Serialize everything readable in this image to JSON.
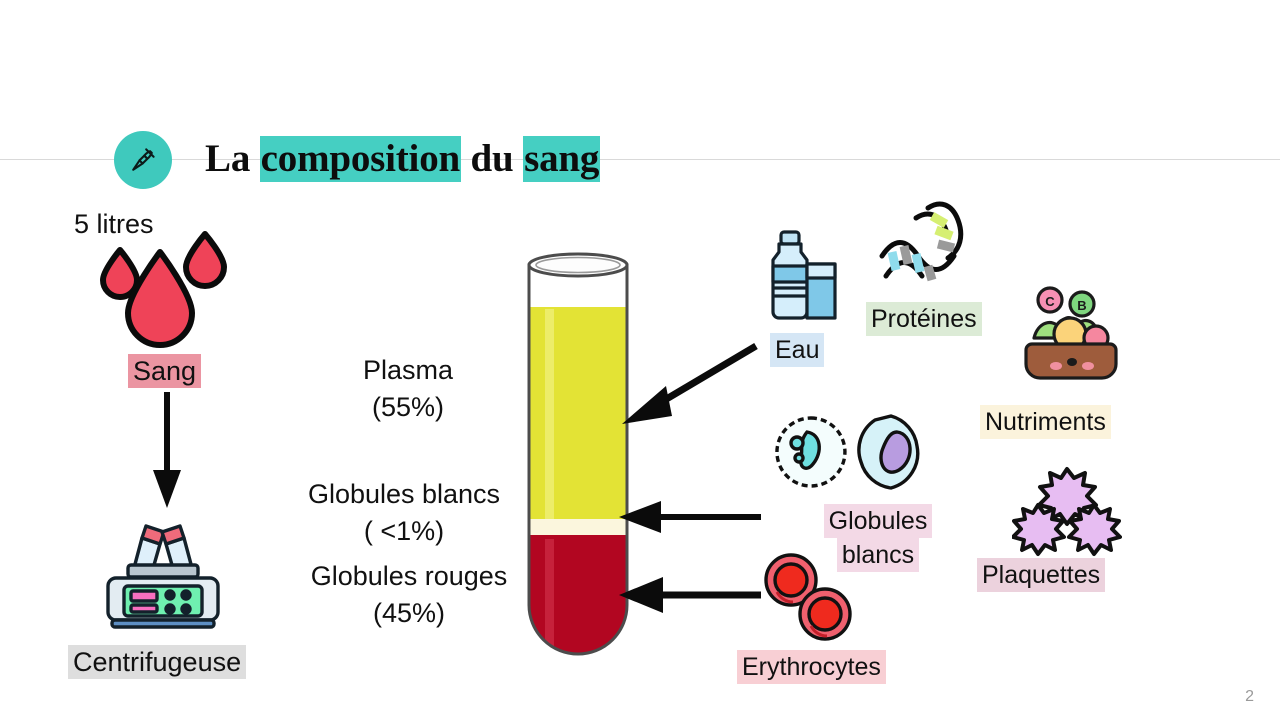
{
  "slide": {
    "page_number": "2",
    "title": {
      "part1": "La ",
      "highlight1": "composition",
      "part2": " du ",
      "highlight2": "sang",
      "full": "La composition du sang"
    },
    "pin_icon": "push-pin-icon",
    "accent_color": "#45cfc2"
  },
  "left": {
    "volume_label": "5 litres",
    "blood_label": "Sang",
    "blood_highlight": "#eb95a2",
    "blood_icon": "blood-drops-icon",
    "centrifuge_label": "Centrifugeuse",
    "centrifuge_highlight": "#dedede",
    "centrifuge_icon": "centrifuge-icon",
    "arrow": "arrow-down-icon"
  },
  "tube": {
    "icon": "blood-test-tube-icon",
    "layers": [
      {
        "name": "plasma",
        "label": "Plasma",
        "percent": "(55%)",
        "color": "#e3e335"
      },
      {
        "name": "globules-blancs",
        "label": "Globules blancs",
        "percent": "( <1%)",
        "color": "#fbf6dd"
      },
      {
        "name": "globules-rouges",
        "label": "Globules rouges",
        "percent": "(45%)",
        "color": "#b20621"
      }
    ]
  },
  "components": [
    {
      "id": "eau",
      "label": "Eau",
      "highlight": "#d5e6f5",
      "icon": "water-bottle-icon"
    },
    {
      "id": "proteines",
      "label": "Protéines",
      "highlight": "#dcebd6",
      "icon": "dna-helix-icon"
    },
    {
      "id": "nutriments",
      "label": "Nutriments",
      "highlight": "#fbf3dc",
      "icon": "vegetable-basket-icon"
    },
    {
      "id": "globules-blancs",
      "label_line1": "Globules",
      "label_line2": "blancs",
      "highlight": "#f3d9e6",
      "icon": "white-blood-cell-icon"
    },
    {
      "id": "plaquettes",
      "label": "Plaquettes",
      "highlight": "#ecd2dd",
      "icon": "platelet-icon"
    },
    {
      "id": "erythrocytes",
      "label": "Erythrocytes",
      "highlight": "#f8cfd4",
      "icon": "red-blood-cell-icon"
    }
  ]
}
